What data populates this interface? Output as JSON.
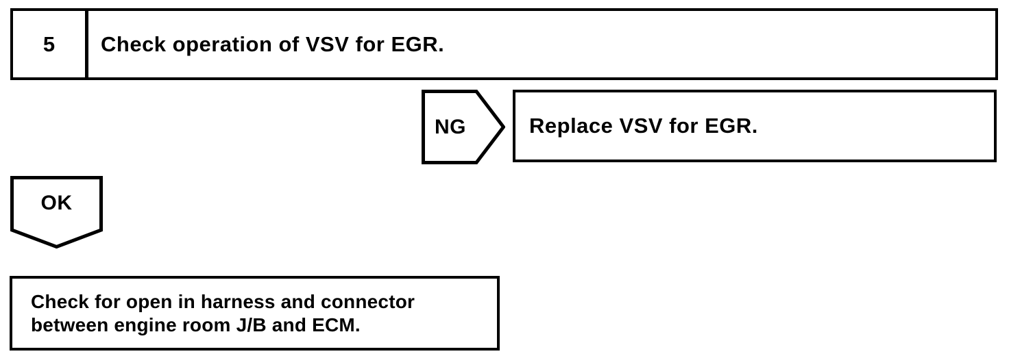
{
  "page": {
    "background": "#ffffff",
    "line_color": "#000000"
  },
  "flowchart": {
    "step": {
      "number": "5",
      "instruction": "Check operation of VSV for EGR."
    },
    "ng_branch": {
      "label": "NG",
      "action": "Replace VSV for EGR."
    },
    "ok_branch": {
      "label": "OK",
      "result_line1": "Check for open in harness and connector",
      "result_line2": "between engine room J/B and ECM."
    }
  }
}
